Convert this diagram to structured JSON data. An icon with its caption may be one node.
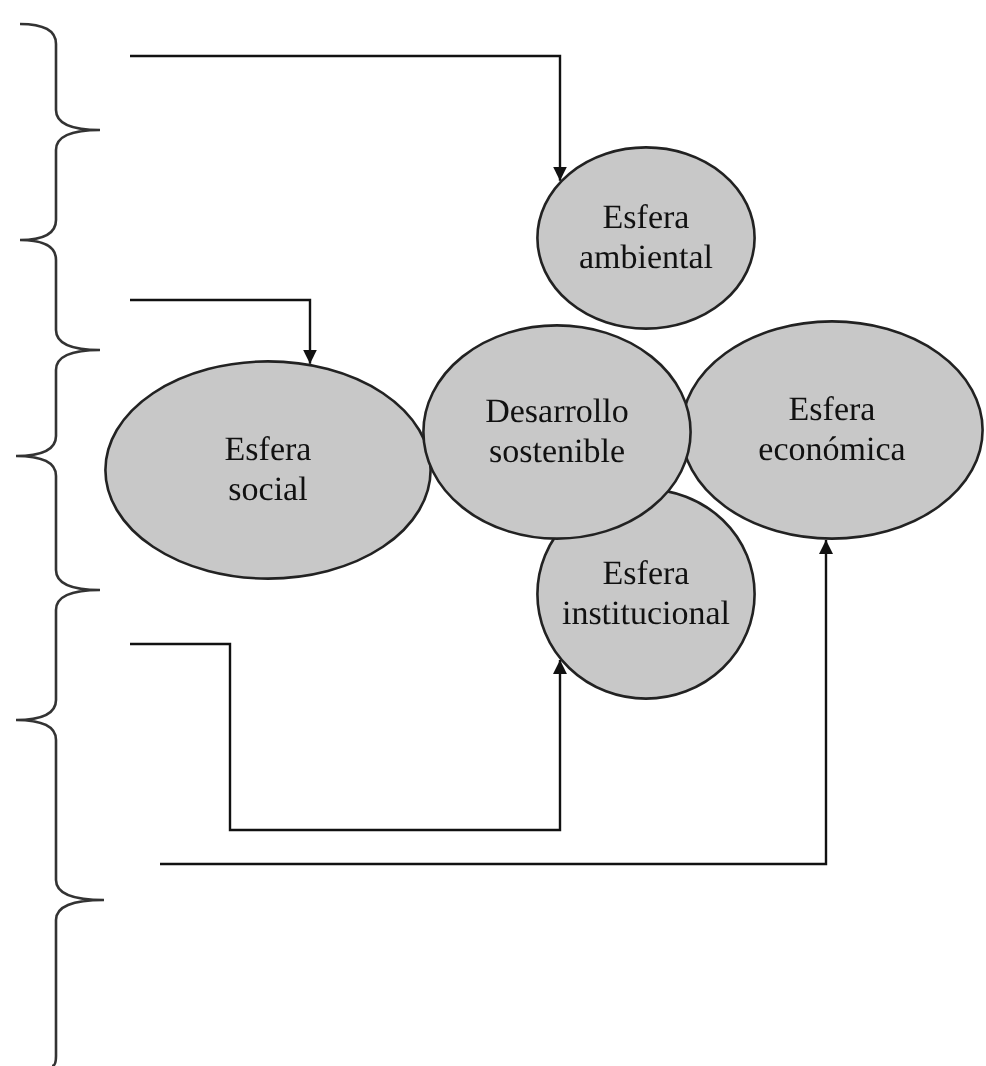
{
  "diagram": {
    "nodes": [
      {
        "text": [
          "Esfera ambiental"
        ]
      },
      {
        "text": [
          "Esfera social"
        ]
      },
      {
        "text": [
          "Desarrollo sostenible"
        ]
      },
      {
        "text": [
          "Esfera económica"
        ]
      },
      {
        "text": [
          "Esfera institucional"
        ]
      }
    ],
    "edges": [
      {
        "from": null,
        "to": 0,
        "arrow": "to"
      },
      {
        "from": null,
        "to": 1,
        "arrow": "to"
      },
      {
        "from": null,
        "to": 4,
        "arrow": "to"
      },
      {
        "from": null,
        "to": 3,
        "arrow": "to"
      }
    ]
  }
}
